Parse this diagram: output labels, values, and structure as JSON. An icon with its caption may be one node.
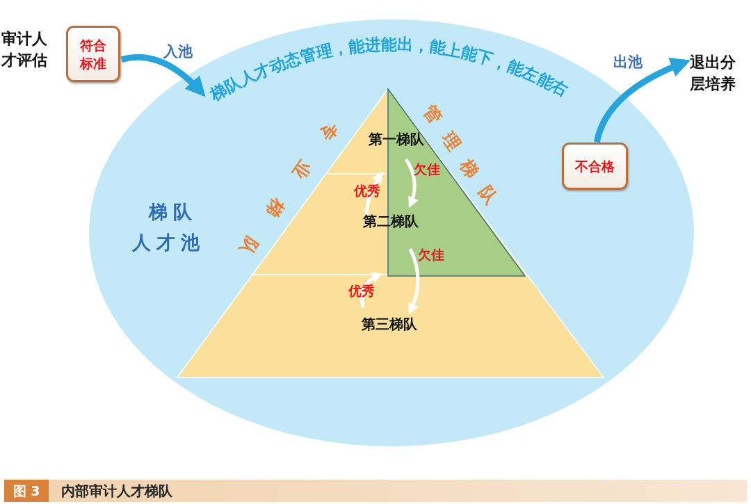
{
  "diagram": {
    "caption": "内部审计人才梯队",
    "nodes": [
      {
        "text": [
          "审计人才评估"
        ]
      },
      {
        "text": [
          "符合标准"
        ]
      },
      {
        "text": [
          "梯队人才池",
          "梯队人才动态管理，能进能出，能上能下，能左能右"
        ]
      },
      {
        "text": [
          "专业梯队"
        ],
        "in": 2
      },
      {
        "text": [
          "第一梯队"
        ],
        "in": 3
      },
      {
        "text": [
          "第二梯队"
        ],
        "in": 3
      },
      {
        "text": [
          "第三梯队"
        ],
        "in": 3
      },
      {
        "text": [
          "不合格"
        ],
        "in": 2
      },
      {
        "text": [
          "退出分层培养"
        ]
      }
    ],
    "edges": [
      {
        "from": 1,
        "to": 2,
        "arrow": "to",
        "label": "入池",
        "style": "thick",
        "color": "#29a3dc"
      },
      {
        "from": 7,
        "to": 8,
        "arrow": "to",
        "label": "出池",
        "style": "thick",
        "color": "#29a3dc"
      },
      {
        "from": 5,
        "to": 4,
        "arrow": "to",
        "label": "优秀",
        "color": "#ffffff"
      },
      {
        "from": 4,
        "to": 5,
        "arrow": "to",
        "label": "欠佳",
        "color": "#ffffff"
      },
      {
        "from": 6,
        "to": 5,
        "arrow": "to",
        "label": "优秀",
        "color": "#ffffff"
      },
      {
        "from": 5,
        "to": 6,
        "arrow": "to",
        "label": "欠佳",
        "color": "#ffffff"
      }
    ],
    "labels": [
      "管理梯队",
      "图 3"
    ]
  }
}
